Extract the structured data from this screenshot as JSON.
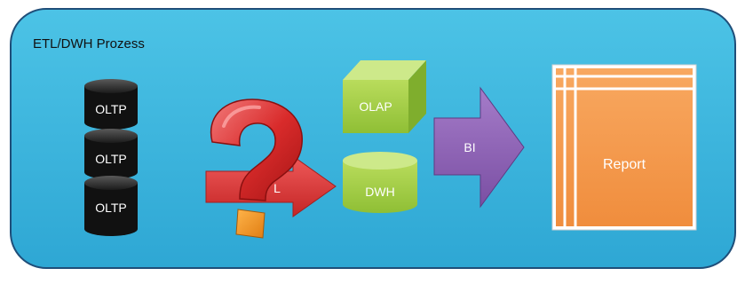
{
  "panel": {
    "title": "ETL/DWH Prozess"
  },
  "sources": [
    {
      "label": "OLTP"
    },
    {
      "label": "OLTP"
    },
    {
      "label": "OLTP"
    }
  ],
  "etl_arrow": {
    "label": "L"
  },
  "question_mark": {
    "glyph": "?"
  },
  "olap_cube": {
    "label": "OLAP"
  },
  "dwh_cylinder": {
    "label": "DWH"
  },
  "bi_arrow": {
    "label": "BI"
  },
  "report": {
    "label": "Report"
  },
  "colors": {
    "panel_fill": "#3fb6dc",
    "panel_border": "#1f4e79",
    "db_black": "#111111",
    "etl_red": "#e03b3b",
    "green": "#a8cf4a",
    "bi_purple": "#8e63b4",
    "report_orange": "#f5984a"
  }
}
